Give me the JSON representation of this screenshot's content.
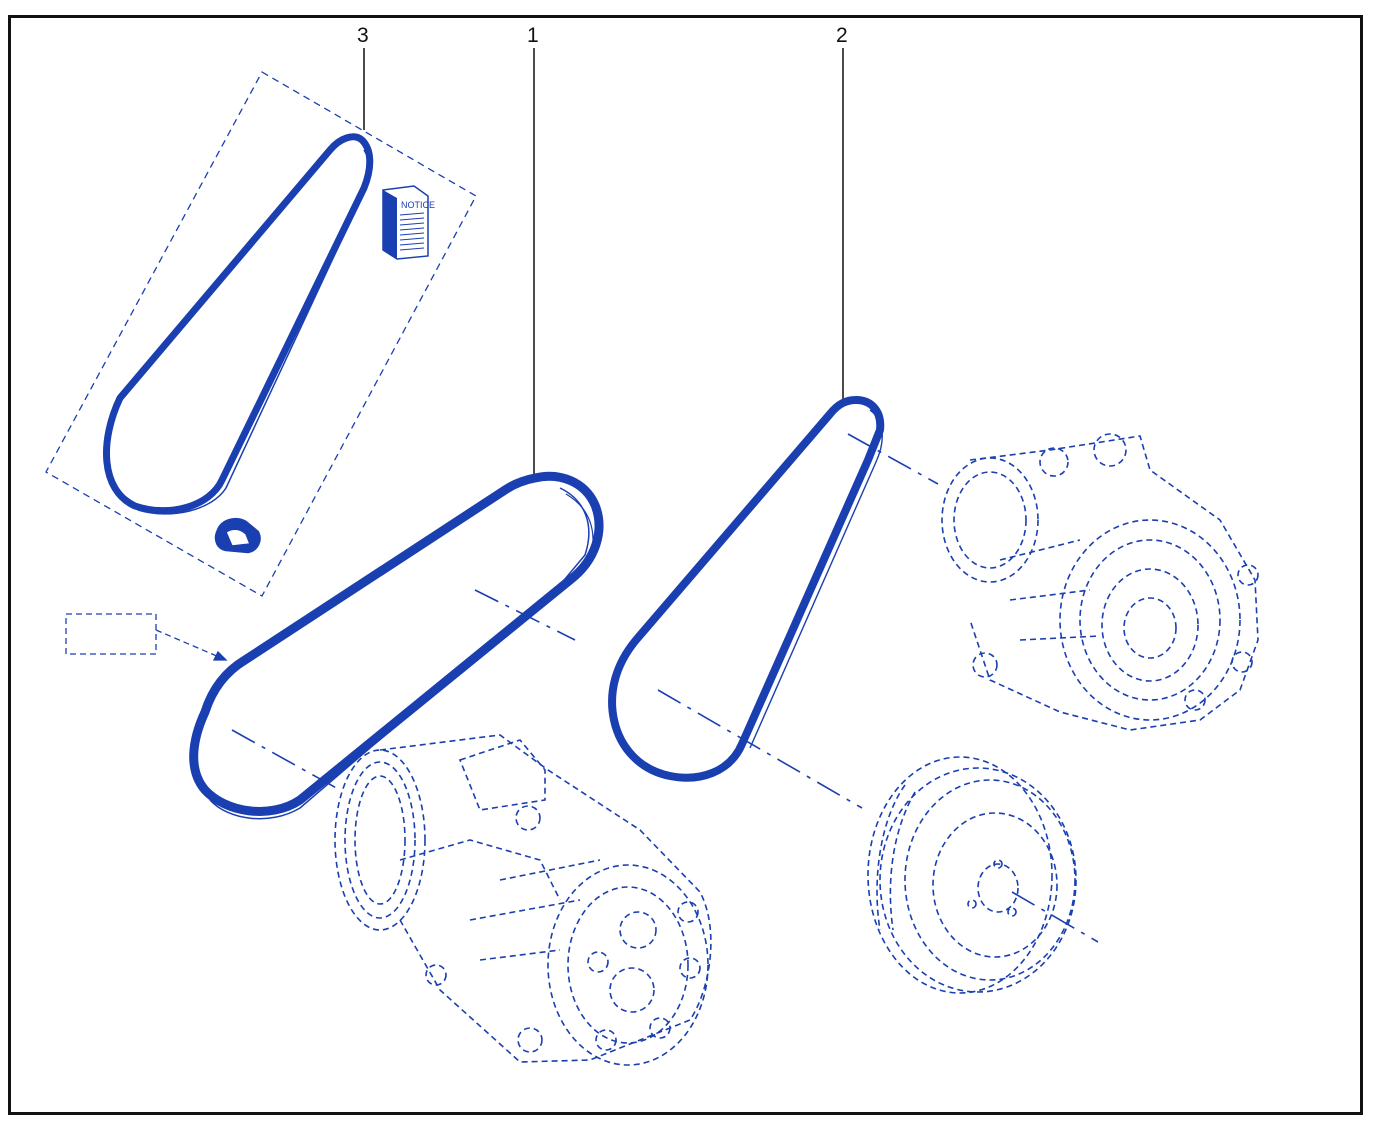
{
  "diagram": {
    "callouts": [
      {
        "id": "3",
        "label": "3"
      },
      {
        "id": "1",
        "label": "1"
      },
      {
        "id": "2",
        "label": "2"
      }
    ],
    "kit_booklet_label": "NOTICE",
    "colors": {
      "line_art": "#1a3fb0",
      "leader": "#111111",
      "frame": "#111111",
      "background": "#ffffff"
    },
    "icons": [
      "belt-kit-booklet-icon",
      "belt-tensioner-clip-icon"
    ]
  }
}
